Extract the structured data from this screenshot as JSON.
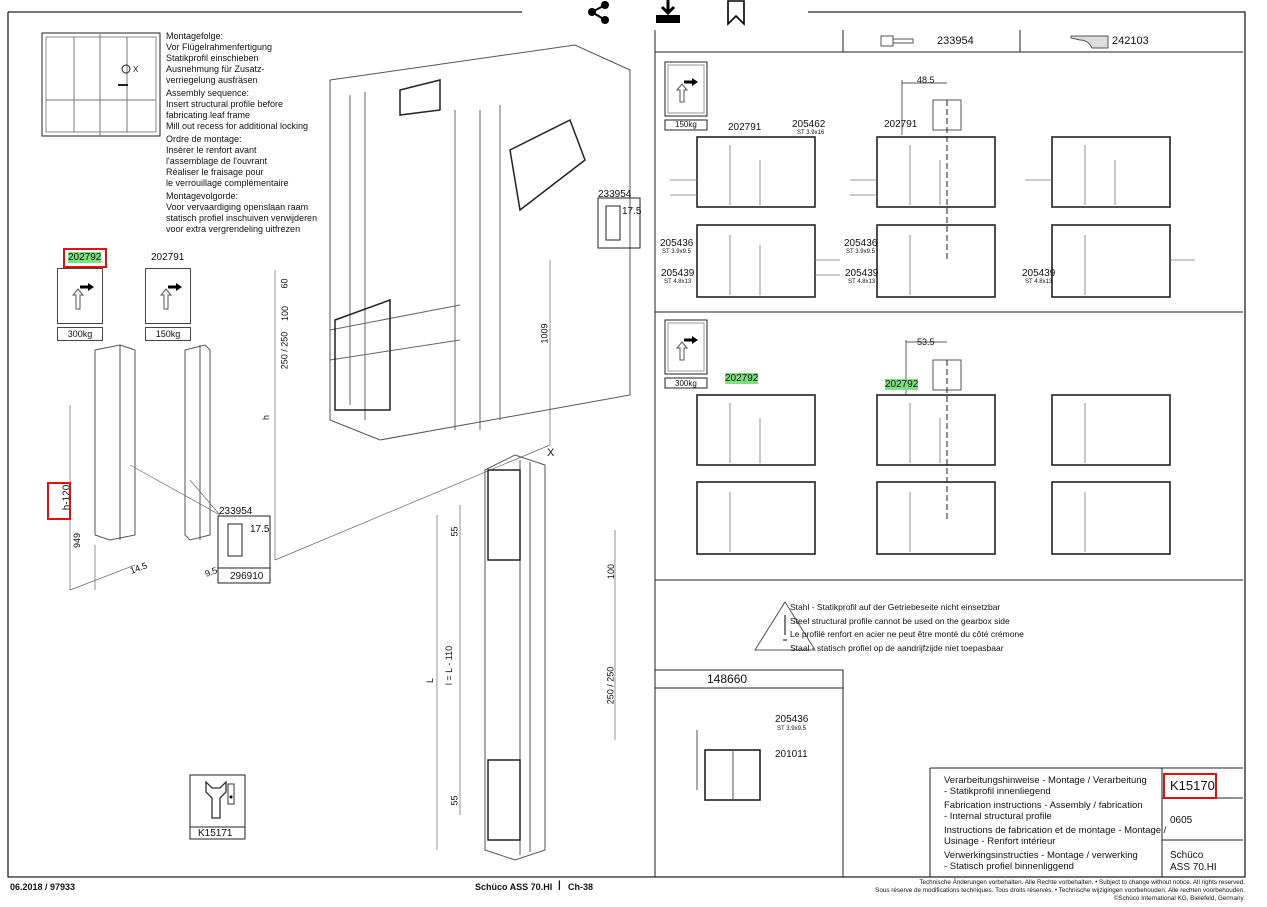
{
  "toolbar": {
    "share": "share-icon",
    "download": "download-icon",
    "bookmark": "bookmark-icon"
  },
  "instructions": {
    "de_title": "Montagefolge:",
    "de": [
      "Vor Flügelrahmenfertigung",
      "Statikprofil einschieben",
      "Ausnehmung für Zusatz-",
      "verriegelung ausfräsen"
    ],
    "en_title": "Assembly sequence:",
    "en": [
      "Insert structural profile before",
      "fabricating leaf frame",
      "Mill out recess for additional locking"
    ],
    "fr_title": "Ordre de montage:",
    "fr": [
      "Insérer le renfort avant",
      "l'assemblage de l'ouvrant",
      "Réaliser le fraisage pour",
      "le verrouillage complémentaire"
    ],
    "nl_title": "Montagevolgorde:",
    "nl": [
      "Voor vervaardiging openslaan raam",
      "statisch profiel inschuiven verwijderen",
      "voor extra vergrendeling uitfrezen"
    ],
    "x_mark": "X"
  },
  "left": {
    "profile_a": "202792",
    "profile_a_weight": "300kg",
    "profile_b": "202791",
    "profile_b_weight": "150kg",
    "dim_h120": "h-120",
    "dim_949": "949",
    "dim_14_5": "14.5",
    "dim_9_5": "9.5",
    "screw": "233954",
    "dim_17_5": "17.5",
    "tool": "296910",
    "tool_ref": "K15171"
  },
  "center": {
    "dim_60": "60",
    "dim_100": "100",
    "dim_250": "250 / 250",
    "dim_1009": "1009",
    "dim_h": "h",
    "screw": "233954",
    "dim_17_5": "17.5",
    "x_mark": "X",
    "dim_55_top": "55",
    "dim_55_bottom": "55",
    "dim_L": "L",
    "dim_l": "l = L - 110",
    "dim_100b": "100",
    "dim_250b": "250 / 250"
  },
  "right": {
    "header": {
      "screw": "233954",
      "part": "242103"
    },
    "row1": {
      "weight": "150kg",
      "dim": "48.5",
      "a1": "202791",
      "a2": "205462",
      "a2s": "ST 3.9x16",
      "b1": "205436",
      "b1s": "ST 3.9x9.5",
      "c1": "205439",
      "c1s": "ST 4.8x13",
      "m1": "202791",
      "mb": "205436",
      "mbs": "ST 3.9x9.5",
      "mc": "205439",
      "mcs": "ST 4.8x13",
      "rc": "205439",
      "rcs": "ST 4.8x13"
    },
    "row2": {
      "weight": "300kg",
      "dim": "53.5",
      "a1": "202792",
      "m1": "202792"
    },
    "warning": [
      "Stahl - Statikprofil auf der Getriebeseite nicht einsetzbar",
      "Steel structural profile cannot be used on the gearbox side",
      "Le profilé renfort en acier ne peut être monté du côté crémone",
      "Staal - statisch profiel op de aandrijfzijde niet toepasbaar"
    ],
    "detail": {
      "title": "148660",
      "a": "205436",
      "as": "ST 3.9x9.5",
      "b": "201011"
    }
  },
  "titleblock": {
    "de": [
      "Verarbeitungshinweise - Montage / Verarbeitung",
      " - Statikprofil innenliegend"
    ],
    "en": [
      "Fabrication instructions - Assembly / fabrication",
      " - Internal structural profile"
    ],
    "fr": [
      "Instructions de fabrication et de montage - Montage /",
      "Usinage - Renfort intérieur"
    ],
    "nl": [
      "Verwerkingsinstructies - Montage / verwerking",
      " - Statisch profiel binnenliggend"
    ],
    "code": "K15170",
    "date": "0605",
    "brand": "Schüco",
    "system": "ASS 70.HI"
  },
  "footer": {
    "left": "06.2018 / 97933",
    "center": "Schüco ASS 70.HI",
    "page": "Ch-38",
    "legal": [
      "Technische Änderungen vorbehalten. Alle Rechte vorbehalten. • Subject to change without notice. All rights reserved.",
      "Sous réserve de modifications techniques. Tous droits réservés. • Technische wijzigingen voorbehouden. Alle rechten voorbehouden.",
      "©Schüco International KG, Bielefeld, Germany."
    ]
  },
  "colors": {
    "highlight": "#7ee07e",
    "redbox": "#e01010"
  }
}
